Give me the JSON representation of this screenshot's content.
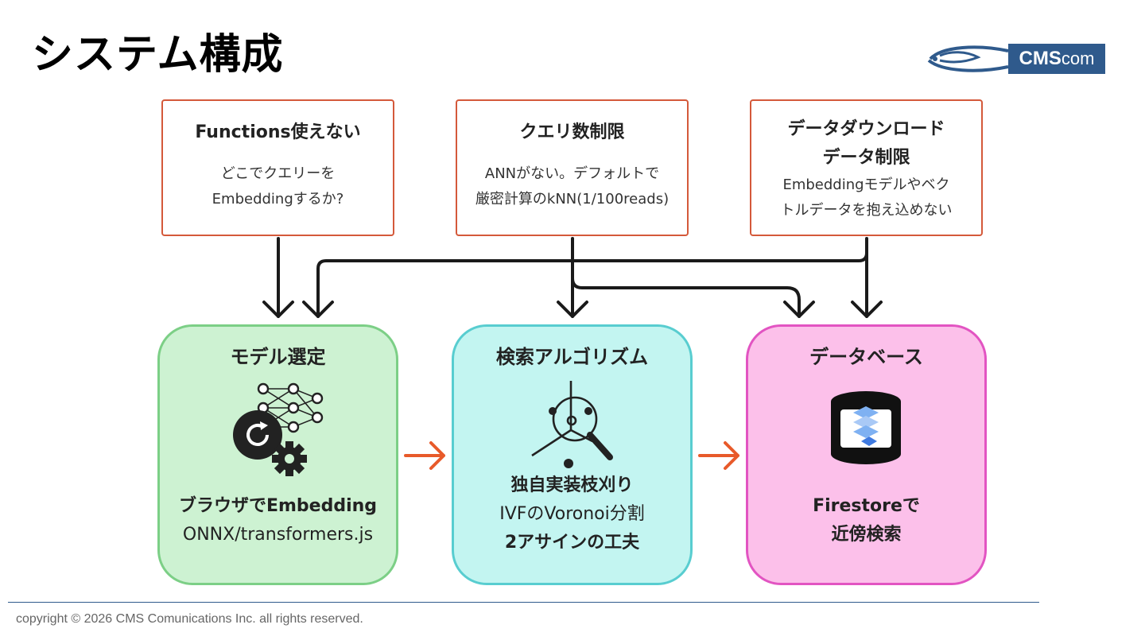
{
  "slide": {
    "title": "システム構成"
  },
  "logo": {
    "brand_bold": "CMS",
    "brand_light": "com"
  },
  "problems": [
    {
      "title": "Functions使えない",
      "lines": [
        "どこでクエリーを",
        "Embeddingするか?"
      ]
    },
    {
      "title": "クエリ数制限",
      "lines": [
        "ANNがない。デフォルトで",
        "厳密計算のkNN(1/100reads)"
      ]
    },
    {
      "title_lines": [
        "データダウンロード",
        "データ制限"
      ],
      "lines": [
        "Embeddingモデルやベク",
        "トルデータを抱え込めない"
      ]
    }
  ],
  "stages": [
    {
      "title": "モデル選定",
      "caption_lines": [
        "ブラウザでEmbedding",
        "ONNX/transformers.js"
      ],
      "icon": "neural-network-gear-icon",
      "color": "#cdf2d2"
    },
    {
      "title": "検索アルゴリズム",
      "caption_lines": [
        "独自実装枝刈り",
        "IVFのVoronoi分割",
        "2アサインの工夫"
      ],
      "icon": "voronoi-search-icon",
      "color": "#c3f5f1"
    },
    {
      "title": "データベース",
      "caption_lines": [
        "Firestoreで",
        "近傍検索"
      ],
      "icon": "firestore-database-icon",
      "color": "#fcc0ea"
    }
  ],
  "colors": {
    "problem_border": "#d4593a",
    "flow_arrow": "#e85a2a",
    "connector": "#1a1a1a",
    "brand": "#2f5a8c"
  },
  "footer": {
    "copyright": "copyright © 2026 CMS Comunications Inc. all rights reserved."
  }
}
